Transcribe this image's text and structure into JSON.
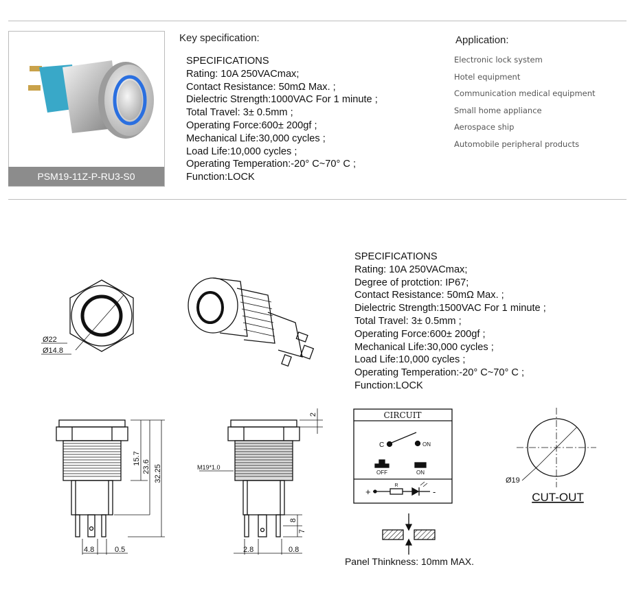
{
  "product": {
    "model_caption": "PSM19-11Z-P-RU3-S0"
  },
  "key_spec": {
    "heading": "Key specification:",
    "title": "SPECIFICATIONS",
    "lines": [
      "Rating: 10A    250VACmax;",
      "Contact Resistance: 50mΩ Max. ;",
      "Dielectric Strength:1000VAC For 1 minute ;",
      "Total Travel: 3± 0.5mm ;",
      "Operating Force:600± 200gf ;",
      "Mechanical Life:30,000 cycles ;",
      "Load Life:10,000 cycles ;",
      "Operating Temperation:-20° C~70° C ;",
      "Function:LOCK"
    ]
  },
  "application": {
    "heading": "Application:",
    "items": [
      "Electronic lock system",
      "Hotel equipment",
      "Communication medical   equipment",
      "Small home appliance",
      "Aerospace ship",
      "Automobile peripheral  products"
    ]
  },
  "drawing_spec": {
    "title": "SPECIFICATIONS",
    "lines": [
      "Rating: 10A    250VACmax;",
      "Degree of protction:  IP67;",
      "Contact Resistance: 50mΩ Max. ;",
      "Dielectric Strength:1500VAC For 1 minute ;",
      "Total Travel: 3± 0.5mm ;",
      "Operating Force:600± 200gf ;",
      "Mechanical Life:30,000 cycles ;",
      "Load Life:10,000 cycles ;",
      "Operating Temperation:-20° C~70° C ;",
      "Function:LOCK"
    ]
  },
  "dimensions": {
    "outer_dia": "Ø22",
    "ring_dia": "Ø14.8",
    "h_15_7": "15.7",
    "h_23_6": "23.6",
    "h_32_25": "32.25",
    "w_4_8": "4.8",
    "w_0_5": "0.5",
    "thread": "M19*1.0",
    "top_2": "2",
    "w_2_8": "2.8",
    "w_0_8": "0.8",
    "h_7": "7",
    "h_8": "8"
  },
  "circuit": {
    "title": "CIRCUIT",
    "c_label": "C",
    "on_label": "ON",
    "off_btn": "OFF",
    "on_btn": "ON",
    "plus": "+",
    "minus": "-",
    "resistor": "R"
  },
  "cutout": {
    "dia": "Ø19",
    "label": "CUT-OUT"
  },
  "panel": {
    "label": "Panel Thinkness: 10mm MAX."
  },
  "colors": {
    "led_ring": "#2a6fe0",
    "caption_bg": "#8c8c8c",
    "insulator": "#39a8c8"
  }
}
